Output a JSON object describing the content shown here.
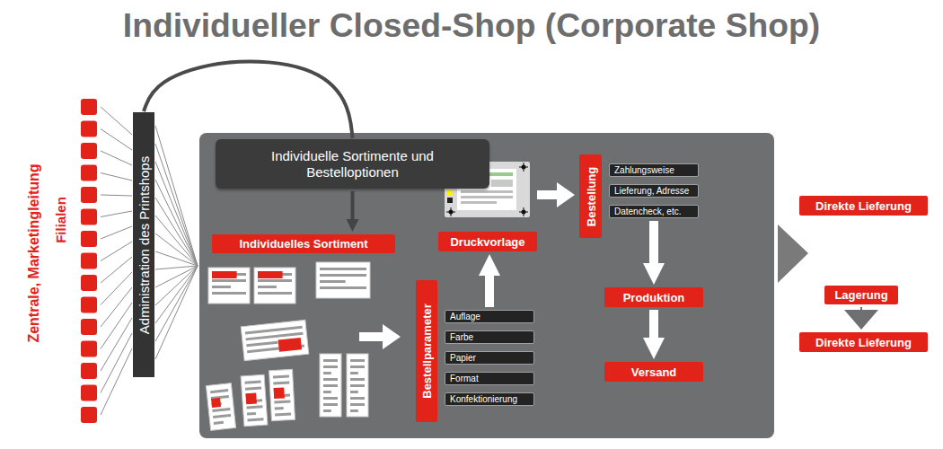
{
  "diagram": {
    "title": "Individueller Closed-Shop (Corporate Shop)",
    "nodes": [
      {
        "text": [
          "Administration des Printshops"
        ]
      },
      {
        "text": [
          "Individuelle Sortimente und Bestelloptionen"
        ]
      },
      {
        "text": [
          "Individuelles Sortiment"
        ]
      },
      {
        "text": [
          "Bestellparameter"
        ]
      },
      {
        "text": [
          "Auflage"
        ]
      },
      {
        "text": [
          "Farbe"
        ]
      },
      {
        "text": [
          "Papier"
        ]
      },
      {
        "text": [
          "Format"
        ]
      },
      {
        "text": [
          "Konfektionierung"
        ]
      },
      {
        "text": [
          "Druckvorlage"
        ]
      },
      {
        "text": [
          "Bestellung"
        ]
      },
      {
        "text": [
          "Zahlungsweise"
        ]
      },
      {
        "text": [
          "Lieferung, Adresse"
        ]
      },
      {
        "text": [
          "Datencheck, etc."
        ]
      },
      {
        "text": [
          "Produktion"
        ]
      },
      {
        "text": [
          "Versand"
        ]
      },
      {
        "text": [
          "Direkte Lieferung"
        ]
      },
      {
        "text": [
          "Lagerung"
        ]
      },
      {
        "text": [
          "Direkte Lieferung"
        ]
      }
    ],
    "edges": [
      {
        "from": 0,
        "to": 1,
        "arrow": "none"
      },
      {
        "from": 1,
        "to": 2,
        "arrow": "to"
      },
      {
        "from": 4,
        "to": 9,
        "arrow": "to"
      },
      {
        "from": 13,
        "to": 14,
        "arrow": "to"
      },
      {
        "from": 14,
        "to": 15,
        "arrow": "to"
      },
      {
        "from": 17,
        "to": 18,
        "arrow": "to"
      }
    ],
    "labels": [
      "Zentrale, Marketingleitung",
      "Filialen"
    ]
  }
}
